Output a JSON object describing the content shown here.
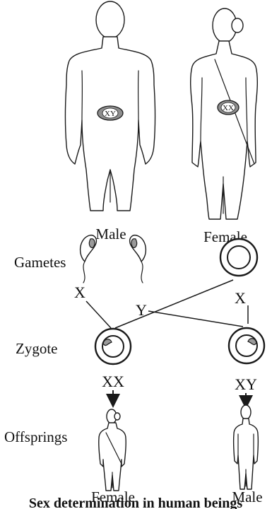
{
  "adults": {
    "male": {
      "label": "Male",
      "chromosomes": "XY"
    },
    "female": {
      "label": "Female",
      "chromosomes": "XX"
    }
  },
  "rows": {
    "gametes": "Gametes",
    "zygote": "Zygote",
    "offsprings": "Offsprings"
  },
  "gametes": {
    "sperm_x": "X",
    "sperm_y": "Y",
    "egg_x": "X"
  },
  "zygotes": {
    "left": "XX",
    "right": "XY"
  },
  "offspring": {
    "female": "Female",
    "male": "Male"
  },
  "caption": "Sex determination in human beings"
}
